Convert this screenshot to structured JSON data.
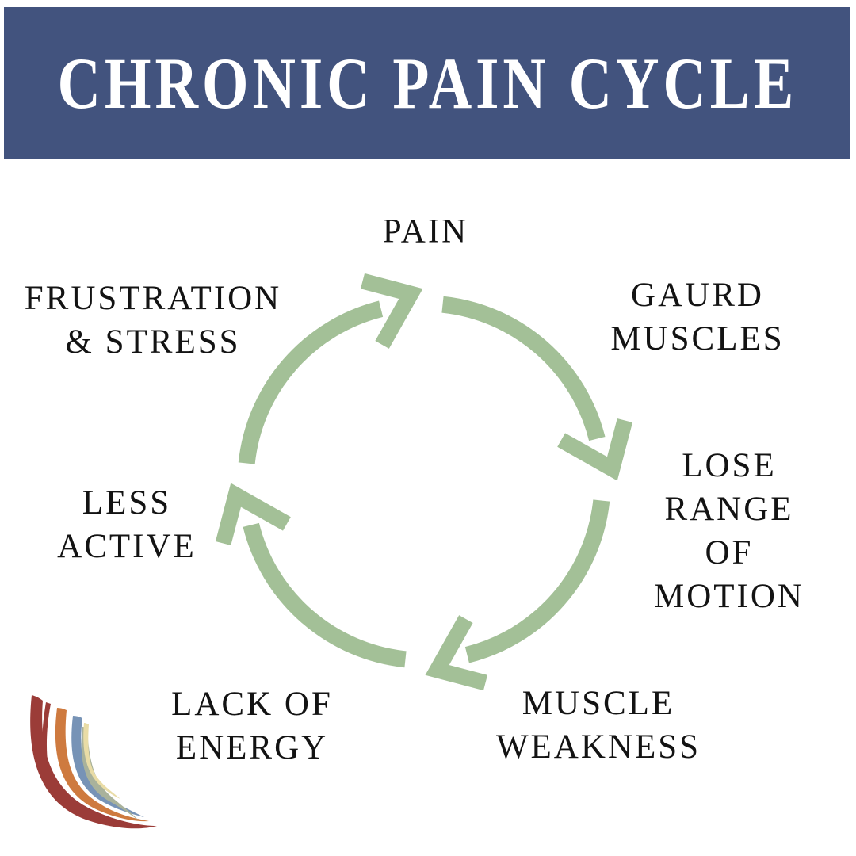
{
  "header": {
    "title": "CHRONIC PAIN CYCLE",
    "bg_color": "#42537e",
    "text_color": "#ffffff"
  },
  "cycle": {
    "direction": "clockwise",
    "arrow_color": "#a3c097",
    "label_color": "#131313",
    "labels": [
      {
        "id": "pain",
        "text": "PAIN"
      },
      {
        "id": "gaurd-muscles",
        "text": "GAURD\nMUSCLES"
      },
      {
        "id": "lose-range-of-motion",
        "text": "LOSE\nRANGE OF\nMOTION"
      },
      {
        "id": "muscle-weakness",
        "text": "MUSCLE\nWEAKNESS"
      },
      {
        "id": "lack-of-energy",
        "text": "LACK OF\nENERGY"
      },
      {
        "id": "less-active",
        "text": "LESS\nACTIVE"
      },
      {
        "id": "frustration-stress",
        "text": "FRUSTRATION\n& STRESS"
      }
    ]
  },
  "logo": {
    "name": "brush-stroke-swoosh-logo",
    "colors": [
      "#9b3c38",
      "#ce7a3f",
      "#7793b6",
      "#a9b29b",
      "#e9dca6"
    ]
  }
}
